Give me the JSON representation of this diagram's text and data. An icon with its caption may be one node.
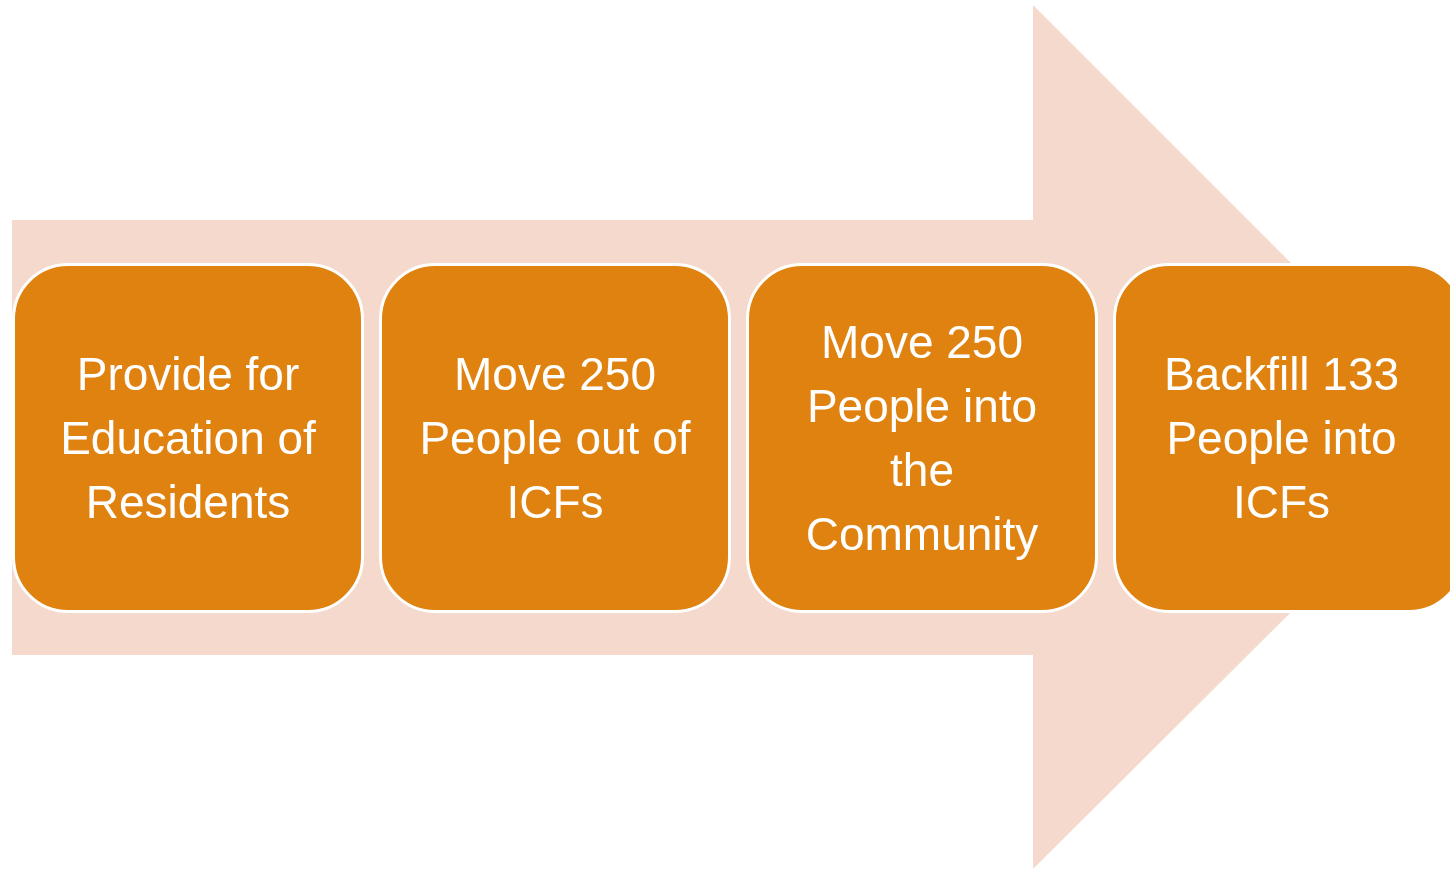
{
  "diagram": {
    "nodes": [
      {
        "text": [
          "Provide for Education of Residents"
        ]
      },
      {
        "text": [
          "Move 250 People out of ICFs"
        ]
      },
      {
        "text": [
          "Move 250 People into the Community"
        ]
      },
      {
        "text": [
          "Backfill 133 People into ICFs"
        ]
      }
    ],
    "edges": [
      {
        "from": 0,
        "to": 3,
        "arrow": "to"
      }
    ]
  }
}
